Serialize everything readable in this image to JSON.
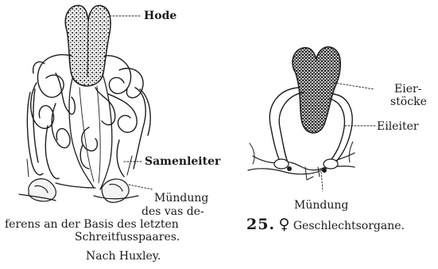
{
  "left_figure": {
    "labels": {
      "hode": "Hode",
      "samenleiter": "Samenleiter",
      "muendung": "Mündung",
      "vas_line": "des vas de-",
      "ferens_line": "ferens an der Basis des letzten",
      "schreit_line": "Schreitfusspaares.",
      "source": "Nach Huxley."
    }
  },
  "right_figure": {
    "labels": {
      "eier": "Eier-",
      "stoecke": "stöcke",
      "eileiter": "Eileiter",
      "muendung": "Mündung"
    },
    "caption": {
      "number": "25.",
      "symbol": "♀",
      "text": "Geschlechtsorgane."
    }
  }
}
